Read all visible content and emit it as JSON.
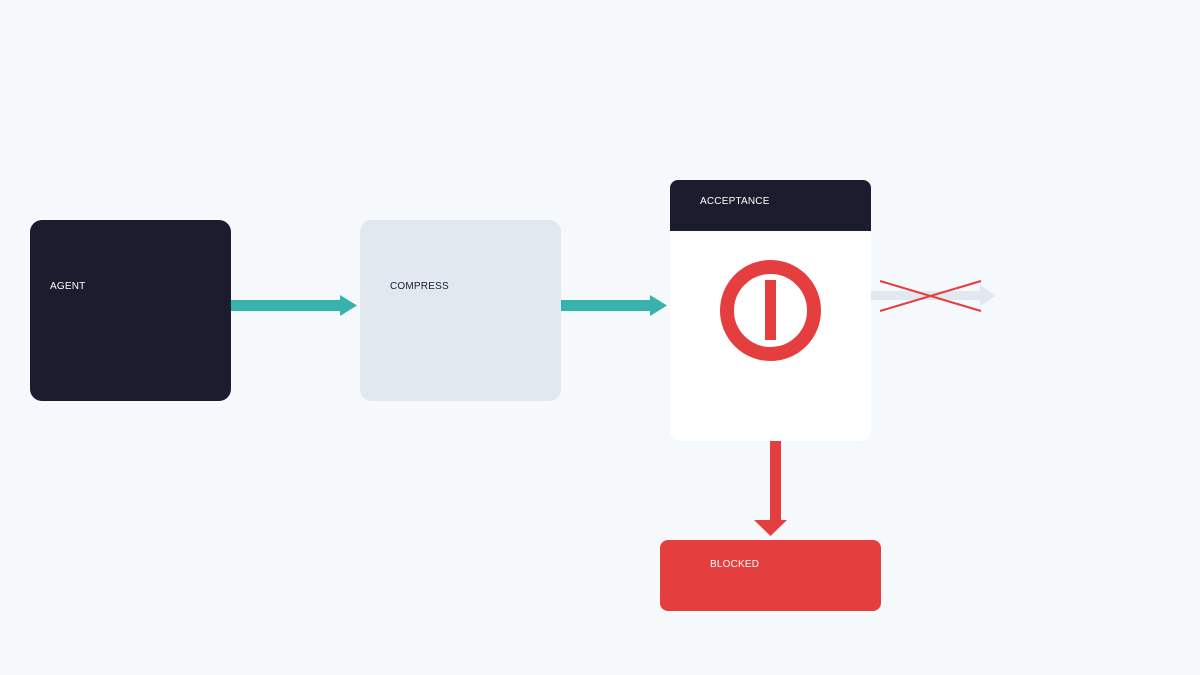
{
  "nodes": {
    "agent": {
      "label": "AGENT"
    },
    "compress": {
      "label": "COMPRESS"
    },
    "acceptance": {
      "label": "ACCEPTANCE"
    },
    "blocked": {
      "label": "BLOCKED"
    }
  },
  "colors": {
    "dark": "#1b1c2e",
    "teal": "#38b2ac",
    "red": "#e53e3e",
    "muted": "#e2e8f0"
  },
  "icons": {
    "gate": "power-stop-icon",
    "rejected": "cross-icon"
  }
}
